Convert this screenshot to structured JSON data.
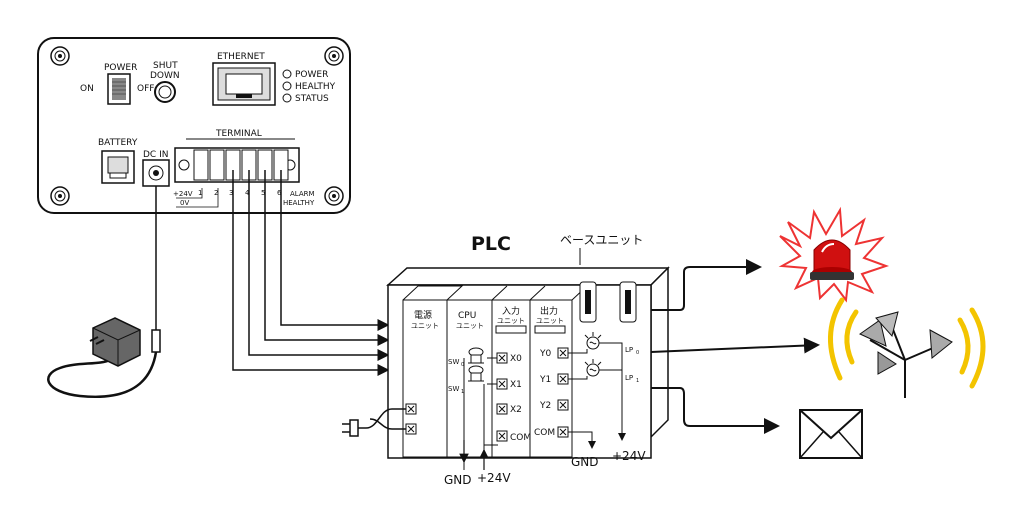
{
  "device": {
    "power": "POWER",
    "on": "ON",
    "off": "OFF",
    "shut_line1": "SHUT",
    "shut_line2": "DOWN",
    "ethernet": "ETHERNET",
    "led_power": "POWER",
    "led_healthy": "HEALTHY",
    "led_status": "STATUS",
    "battery": "BATTERY",
    "dc_in": "DC IN",
    "terminal": "TERMINAL",
    "pins": [
      "1",
      "2",
      "3",
      "4",
      "5",
      "6"
    ],
    "plus24v": "+24V",
    "zero_v": "0V",
    "alarm": "ALARM",
    "healthy": "HEALTHY"
  },
  "plc": {
    "title": "PLC",
    "base_unit": "ベースユニット",
    "power_unit": [
      "電源",
      "ユニット"
    ],
    "cpu_unit": [
      "CPU",
      "ユニット"
    ],
    "input_unit": [
      "入力",
      "ユニット"
    ],
    "output_unit": [
      "出力",
      "ユニット"
    ],
    "sw0": "SW",
    "sw0_sub": "0",
    "sw1": "SW",
    "sw1_sub": "1",
    "inputs": [
      "X0",
      "X1",
      "X2",
      "COM"
    ],
    "outputs": [
      "Y0",
      "Y1",
      "Y2",
      "COM"
    ],
    "lp0": "LP",
    "lp0_sub": "0",
    "lp1": "LP",
    "lp1_sub": "1",
    "gnd_left": "GND",
    "plus24v_left": "+24V",
    "gnd_right": "GND",
    "plus24v_right": "+24V"
  }
}
